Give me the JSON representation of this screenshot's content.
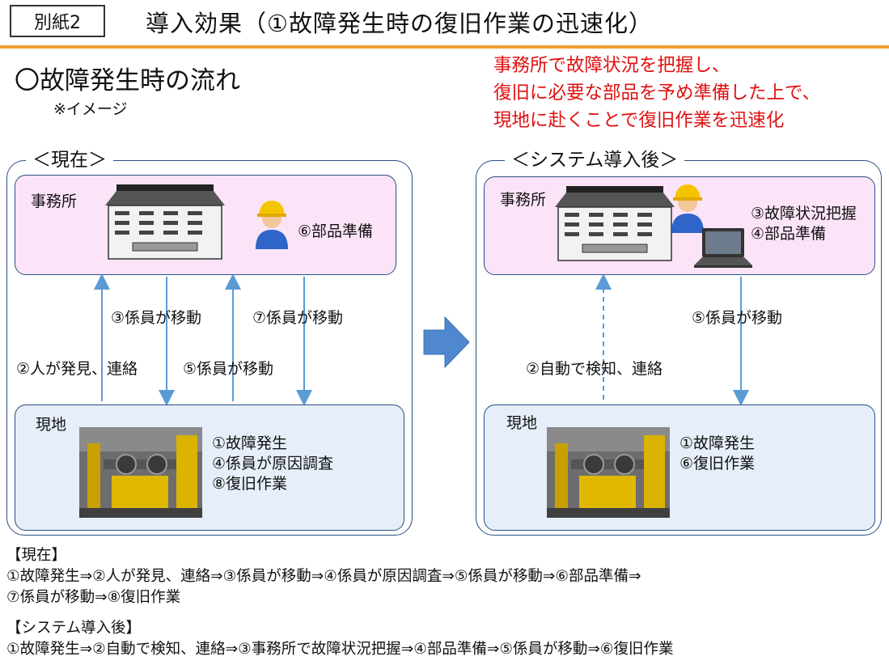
{
  "header": {
    "tag": "別紙2",
    "title": "導入効果（①故障発生時の復旧作業の迅速化）"
  },
  "section_heading": "〇故障発生時の流れ",
  "image_note": "※イメージ",
  "callout_lines": [
    "事務所で故障状況を把握し、",
    "復旧に必要な部品を予め準備した上で、",
    "現地に赴くことで復旧作業を迅速化"
  ],
  "current": {
    "label": "＜現在＞",
    "office_label": "事務所",
    "office_step": "⑥部品準備",
    "site_label": "現地",
    "site_steps": [
      "①故障発生",
      "④係員が原因調査",
      "⑧復旧作業"
    ],
    "arrows": {
      "a3": "③係員が移動",
      "a7": "⑦係員が移動",
      "a2": "②人が発見、連絡",
      "a5": "⑤係員が移動"
    }
  },
  "after": {
    "label": "＜システム導入後＞",
    "office_label": "事務所",
    "office_steps": [
      "③故障状況把握",
      "④部品準備"
    ],
    "site_label": "現地",
    "site_steps": [
      "①故障発生",
      "⑥復旧作業"
    ],
    "arrows": {
      "a5": "⑤係員が移動",
      "a2": "②自動で検知、連絡"
    }
  },
  "summary": {
    "current_heading": "【現在】",
    "current_lines": [
      "①故障発生⇒②人が発見、連絡⇒③係員が移動⇒④係員が原因調査⇒⑤係員が移動⇒⑥部品準備⇒",
      "⑦係員が移動⇒⑧復旧作業"
    ],
    "after_heading": "【システム導入後】",
    "after_lines": [
      "①故障発生⇒②自動で検知、連絡⇒③事務所で故障状況把握⇒④部品準備⇒⑤係員が移動⇒⑥復旧作業"
    ]
  },
  "colors": {
    "accent_rule": "#f0a030",
    "callout_red": "#e01010",
    "arrow_blue": "#5b9bd5",
    "office_fill": "#fce4f8",
    "site_fill": "#e6eff9",
    "panel_border": "#2a4f82"
  }
}
